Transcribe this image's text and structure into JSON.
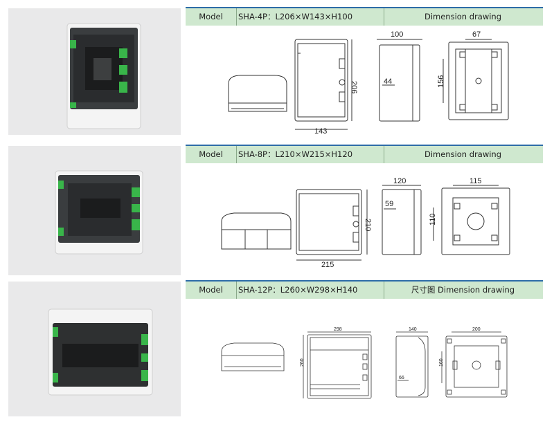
{
  "sections": [
    {
      "header": {
        "model_label": "Model",
        "spec": "SHA-4P：L206×W143×H100",
        "drawing_label": "Dimension drawing"
      },
      "dims": {
        "front_height": "206",
        "front_width": "143",
        "side_depth": "100",
        "side_inner": "44",
        "back_width": "67",
        "back_height": "156"
      }
    },
    {
      "header": {
        "model_label": "Model",
        "spec": "SHA-8P：L210×W215×H120",
        "drawing_label": "Dimension drawing"
      },
      "dims": {
        "front_height": "210",
        "front_width": "215",
        "side_depth": "120",
        "side_inner": "59",
        "back_width": "115",
        "back_height": "110"
      }
    },
    {
      "header": {
        "model_label": "Model",
        "spec": "SHA-12P：L260×W298×H140",
        "drawing_label": "尺寸图 Dimension drawing"
      },
      "dims": {
        "front_height": "260",
        "front_width": "298",
        "side_depth": "140",
        "side_inner": "66",
        "back_width": "200",
        "back_height": "160"
      }
    }
  ]
}
